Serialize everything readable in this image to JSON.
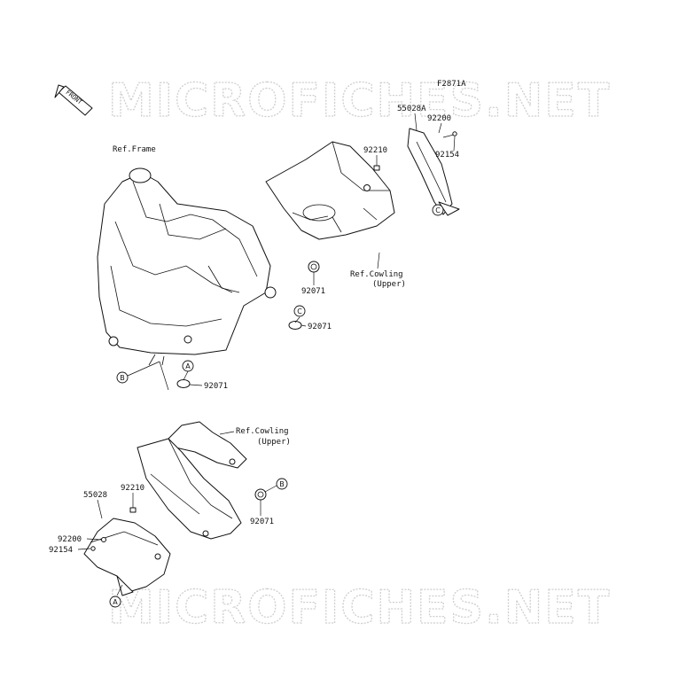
{
  "diagram_code": "F2871A",
  "watermark": "MICROFICHES.NET",
  "front_arrow": "FRONT",
  "top": {
    "ref_frame": "Ref.Frame",
    "ref_cowling_line1": "Ref.Cowling",
    "ref_cowling_line2": "(Upper)",
    "part_55028A": "55028A",
    "part_92200": "92200",
    "part_92154": "92154",
    "part_92210": "92210",
    "part_92071_a": "92071",
    "part_92071_b": "92071",
    "part_92071_c": "92071",
    "callout_c1": "C",
    "callout_c2": "C",
    "callout_b": "B",
    "callout_a": "A"
  },
  "bottom": {
    "ref_cowling_line1": "Ref.Cowling",
    "ref_cowling_line2": "(Upper)",
    "part_55028": "55028",
    "part_92210": "92210",
    "part_92200": "92200",
    "part_92154": "92154",
    "part_92071": "92071",
    "callout_b": "B",
    "callout_a": "A"
  }
}
